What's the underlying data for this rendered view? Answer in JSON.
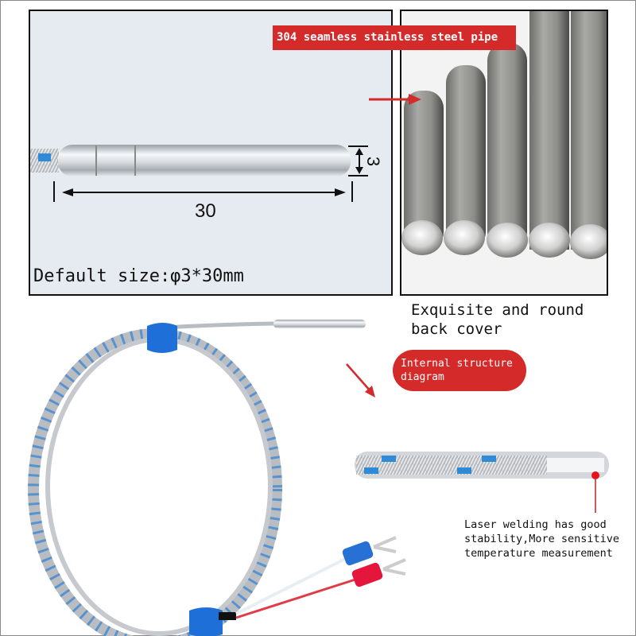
{
  "labels": {
    "material": "304 seamless stainless steel pipe",
    "length_dim": "30",
    "diameter_dim": "3",
    "default_size": "Default size:φ3*30mm",
    "round_cover": "Exquisite and round back cover",
    "internal_structure": "Internal structure diagram",
    "laser_welding": "Laser welding has good stability,More sensitive temperature measurement"
  },
  "colors": {
    "accent_red": "#d52a2a",
    "braid_blue": "#2f7fd6",
    "steel": "#c9ccd0",
    "left_panel_bg": "#e6ebf1"
  }
}
